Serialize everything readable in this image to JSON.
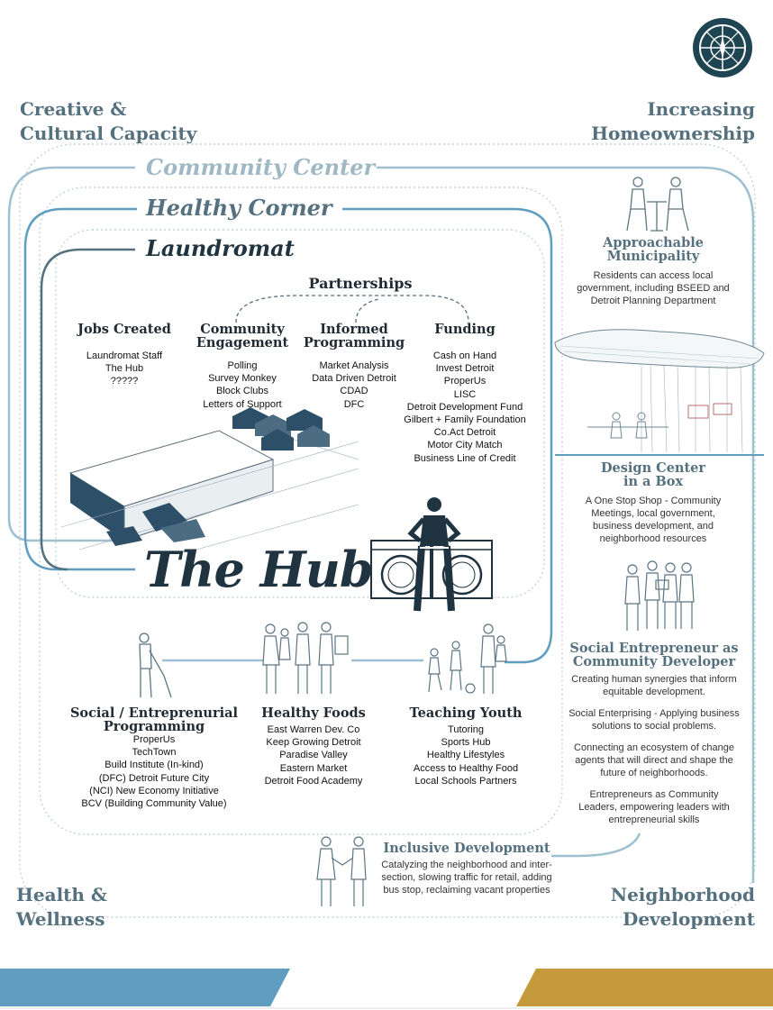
{
  "corners": {
    "top_left": [
      "Creative &",
      "Cultural Capacity"
    ],
    "top_right": [
      "Increasing",
      "Homeownership"
    ],
    "bottom_left": [
      "Health &",
      "Wellness"
    ],
    "bottom_right": [
      "Neighborhood",
      "Development"
    ]
  },
  "tiers": {
    "community_center": "Community Center",
    "healthy_corner": "Healthy Corner",
    "laundromat": "Laundromat"
  },
  "partnerships_label": "Partnerships",
  "hub_title": "The Hub",
  "jobs_created": {
    "title": "Jobs Created",
    "items": [
      "Laundromat Staff",
      "The Hub",
      "?????"
    ]
  },
  "community_engagement": {
    "title": [
      "Community",
      "Engagement"
    ],
    "items": [
      "Polling",
      "Survey Monkey",
      "Block Clubs",
      "Letters of Support"
    ]
  },
  "informed_programming": {
    "title": [
      "Informed",
      "Programming"
    ],
    "items": [
      "Market Analysis",
      "Data Driven Detroit",
      "CDAD",
      "DFC"
    ]
  },
  "funding": {
    "title": "Funding",
    "items": [
      "Cash on Hand",
      "Invest Detroit",
      "ProperUs",
      "LISC",
      "Detroit Development Fund",
      "Gilbert + Family Foundation",
      "Co.Act Detroit",
      "Motor City Match",
      "Business Line of Credit"
    ]
  },
  "approachable": {
    "title": [
      "Approachable",
      "Municipality"
    ],
    "desc": [
      "Residents can access local",
      "government, including BSEED and",
      "Detroit Planning Department"
    ]
  },
  "design_center": {
    "title": [
      "Design Center",
      "in a Box"
    ],
    "desc": [
      "A One Stop Shop - Community",
      "Meetings, local government,",
      "business development, and",
      "neighborhood resources"
    ]
  },
  "social_entrepreneur": {
    "title": [
      "Social Entrepreneur as",
      "Community Developer"
    ],
    "p1": [
      "Creating human synergies that inform",
      "equitable development."
    ],
    "p2": [
      "Social Enterprising - Applying business",
      "solutions to social problems."
    ],
    "p3": [
      "Connecting an ecosystem of change",
      "agents that will direct and shape the",
      "future of neighborhoods."
    ],
    "p4": [
      "Entrepreneurs as Community",
      "Leaders, empowering leaders with",
      "entrepreneurial skills"
    ]
  },
  "social_programming": {
    "title": [
      "Social / Entreprenurial",
      "Programming"
    ],
    "items": [
      "ProperUs",
      "TechTown",
      "Build Institute (In-kind)",
      "(DFC) Detroit Future City",
      "(NCI) New Economy Initiative",
      "BCV (Building Community Value)"
    ]
  },
  "healthy_foods": {
    "title": "Healthy Foods",
    "items": [
      "East Warren Dev. Co",
      "Keep Growing Detroit",
      "Paradise Valley",
      "Eastern Market",
      "Detroit Food Academy"
    ]
  },
  "teaching_youth": {
    "title": "Teaching Youth",
    "items": [
      "Tutoring",
      "Sports Hub",
      "Healthy Lifestyles",
      "Access to Healthy Food",
      "Local Schools Partners"
    ]
  },
  "inclusive": {
    "title": "Inclusive Development",
    "desc": [
      "Catalyzing the neighborhood and inter-",
      "section, slowing traffic for retail, adding",
      "bus stop, reclaiming vacant properties"
    ]
  },
  "colors": {
    "navy": "#1f3340",
    "slate": "#55707e",
    "light_blue": "#9fc0d0",
    "bar_blue": "#5f9ec0",
    "gold": "#c49a3a"
  },
  "icons": [
    "compass-icon",
    "cafe-people-icon",
    "building-icon",
    "worker-icon",
    "family-icon",
    "kids-icon",
    "laundry-icon",
    "group-icon",
    "handshake-icon"
  ]
}
